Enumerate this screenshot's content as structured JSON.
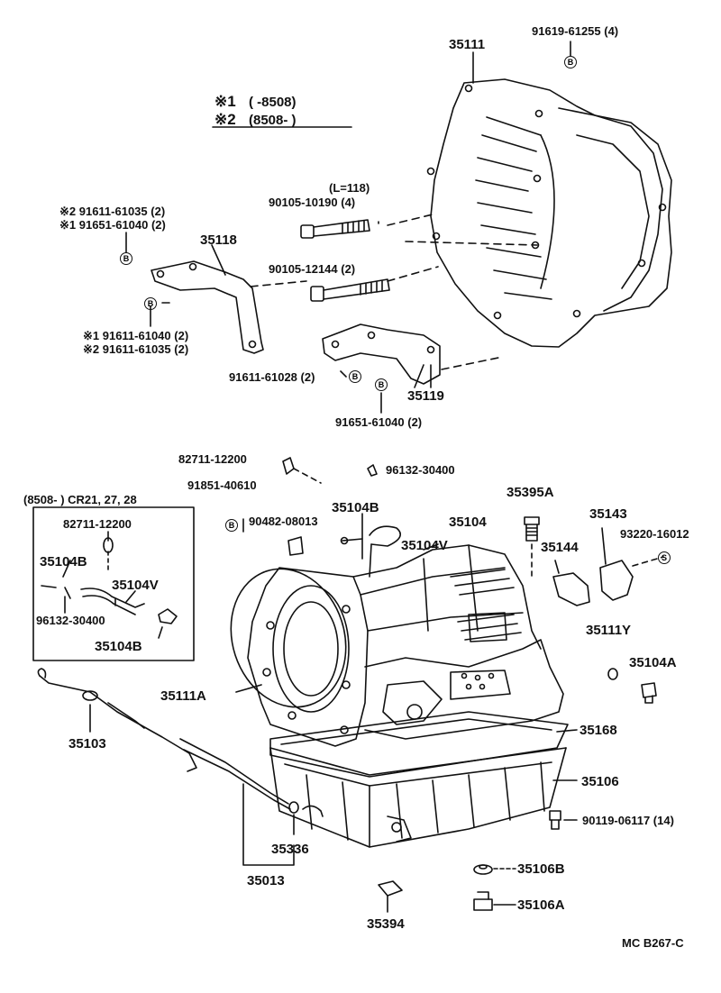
{
  "legend": {
    "note1_mark": "※1",
    "note1_range": "(       -8508)",
    "note2_mark": "※2",
    "note2_range": "(8508-        )"
  },
  "inset": {
    "header": "(8508-        ) CR21, 27, 28",
    "labels": {
      "bolt": "82711-12200",
      "clamp_left": "35104B",
      "hose": "35104V",
      "clip": "96132-30400",
      "clamp_bottom": "35104B"
    }
  },
  "parts": {
    "p35111": "35111",
    "p91619": "91619-61255 (4)",
    "pL118": "(L=118)",
    "p90105a": "90105-10190 (4)",
    "p91611_61035_top": "※2  91611-61035 (2)",
    "p91651_61040_top": "※1  91651-61040 (2)",
    "p35118": "35118",
    "p90105b": "90105-12144 (2)",
    "p91611_61040_low": "※1 91611-61040 (2)",
    "p91611_61035_low": "※2 91611-61035 (2)",
    "p91611_61028": "91611-61028 (2)",
    "p35119": "35119",
    "p91651_61040_low": "91651-61040 (2)",
    "p82711": "82711-12200",
    "p96132": "96132-30400",
    "p91851": "91851-40610",
    "p35104B": "35104B",
    "p35395A": "35395A",
    "p35143": "35143",
    "p90482": "90482-08013",
    "p35104": "35104",
    "p35104V": "35104V",
    "p93220": "93220-16012",
    "p35144": "35144",
    "p35111Y": "35111Y",
    "p35104A": "35104A",
    "p35111A": "35111A",
    "p35168": "35168",
    "p35103": "35103",
    "p35106": "35106",
    "p90119": "90119-06117 (14)",
    "p35336": "35336",
    "p35013": "35013",
    "p35106B": "35106B",
    "p35394": "35394",
    "p35106A": "35106A"
  },
  "badges": {
    "b": "B",
    "s": "S"
  },
  "footer": {
    "code": "MC B267-C"
  }
}
